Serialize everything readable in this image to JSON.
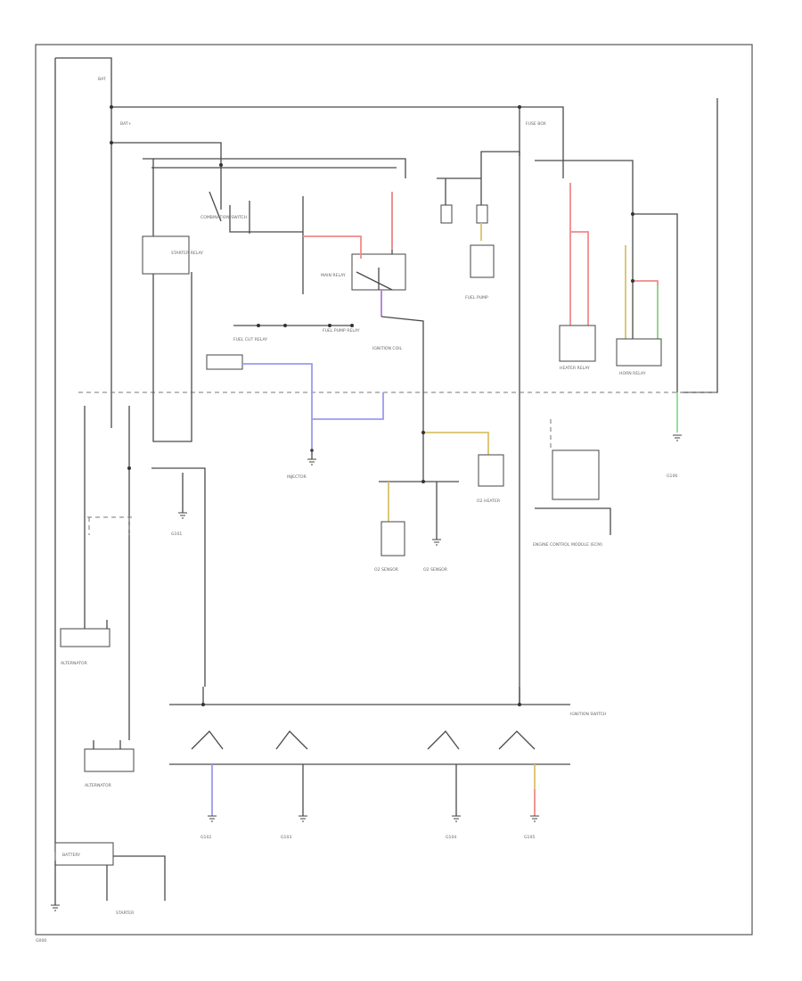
{
  "labels": {
    "power_left": "BAT",
    "wire_bat": "BAT+",
    "fuse_main": "FUSE BOX",
    "starter_relay": "STARTER RELAY",
    "combination_switch": "COMBINATION SWITCH",
    "fuel_cut_relay": "FUEL CUT RELAY",
    "main_relay": "MAIN RELAY",
    "ignition_coil": "IGNITION COIL",
    "fuel_pump_relay": "FUEL PUMP RELAY",
    "fuel_pump": "FUEL PUMP",
    "heater_relay": "HEATER RELAY",
    "horn_relay": "HORN RELAY",
    "injector": "INJECTOR",
    "o2_sensor_1": "O2 SENSOR",
    "o2_sensor_2": "O2 SENSOR",
    "o2_heater": "O2 HEATER",
    "ecm": "ENGINE CONTROL MODULE (ECM)",
    "alternator_1": "ALTERNATOR",
    "alternator_2": "ALTERNATOR",
    "battery": "BATTERY",
    "starter": "STARTER",
    "ignition_switch": "IGNITION SWITCH",
    "ground_1": "G101",
    "ground_2": "G102",
    "ground_3": "G103",
    "ground_4": "G104",
    "ground_5": "G105",
    "ground_6": "G106",
    "footer": "G000"
  },
  "colors": {
    "blue_wire": "#9b9bf0",
    "pink_wire": "#f08a8a",
    "purple_wire": "#b37ad6",
    "yellow_wire": "#d9c26a",
    "green_wire": "#8fdb8f"
  }
}
